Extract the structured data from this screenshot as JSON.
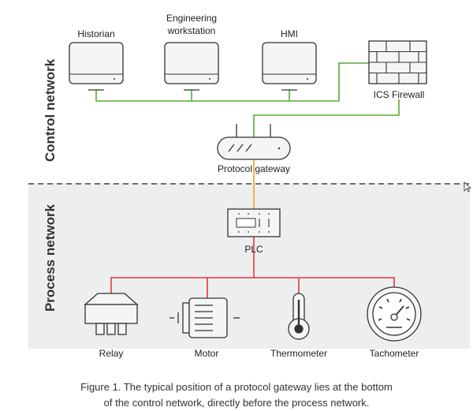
{
  "zones": {
    "control": "Control network",
    "process": "Process network"
  },
  "nodes": {
    "historian": "Historian",
    "engineering_line1": "Engineering",
    "engineering_line2": "workstation",
    "hmi": "HMI",
    "firewall": "ICS Firewall",
    "gateway": "Protocol gateway",
    "plc": "PLC",
    "relay": "Relay",
    "motor": "Motor",
    "thermometer": "Thermometer",
    "tachometer": "Tachometer"
  },
  "caption": {
    "line1": "Figure 1. The typical position of a protocol gateway lies at the bottom",
    "line2": "of the control network, directly before the process network."
  },
  "colors": {
    "control_link": "#5aa83a",
    "gateway_plc_link": "#f2a01e",
    "process_link": "#e53935",
    "device_fill": "#f4f5f6",
    "device_stroke": "#333333",
    "process_zone": "#eceef0"
  }
}
